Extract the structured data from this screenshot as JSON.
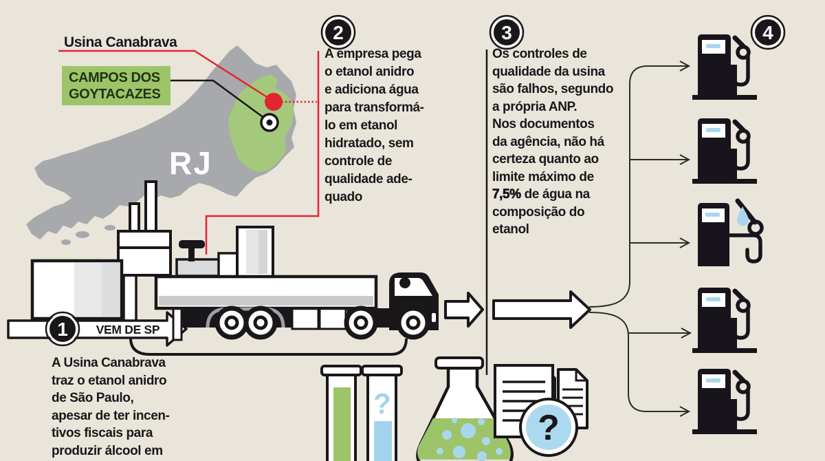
{
  "map": {
    "state_label": "RJ",
    "factory_label": "Usina Canabrava",
    "city_label_line1": "CAMPOS DOS",
    "city_label_line2": "GOYTACAZES"
  },
  "steps": {
    "one": {
      "number": "1",
      "band_label": "VEM DE SP",
      "text": "A Usina Canabrava\ntraz o etanol anidro\nde São Paulo,\napesar de ter incen-\ntivos fiscais para\nproduzir álcool em"
    },
    "two": {
      "number": "2",
      "text": "A empresa pega\no etanol anidro\ne adiciona água\npara transformá-\nlo em etanol\nhidratado, sem\ncontrole de\nqualidade ade-\nquado"
    },
    "three": {
      "number": "3",
      "text_before": "Os controles de\nqualidade da usina\nsão falhos, segundo\na própria ANP.\nNos documentos\nda agência, não há\ncerteza quanto ao\nlimite máximo de\n",
      "highlight": "7,5%",
      "text_after": " de água na\ncomposição do\netanol"
    },
    "four": {
      "number": "4"
    }
  },
  "lab": {
    "tube_question_mark": "?",
    "docs_question_mark": "?"
  },
  "icons": {
    "map": "rio-de-janeiro-state-silhouette",
    "factory": "ethanol-plant",
    "truck": "tanker-truck",
    "pumps": "fuel-pump-x5",
    "water_drop": "water-drop",
    "tubes": "test-tubes",
    "flask": "erlenmeyer-flask",
    "documents": "report-sheets-with-question-mark"
  },
  "colors": {
    "background": "#e9e5da",
    "map_gray": "#a7a9ac",
    "green": "#9dc469",
    "red": "#e42430",
    "light_blue": "#a9d7ee",
    "black": "#1a171b"
  }
}
